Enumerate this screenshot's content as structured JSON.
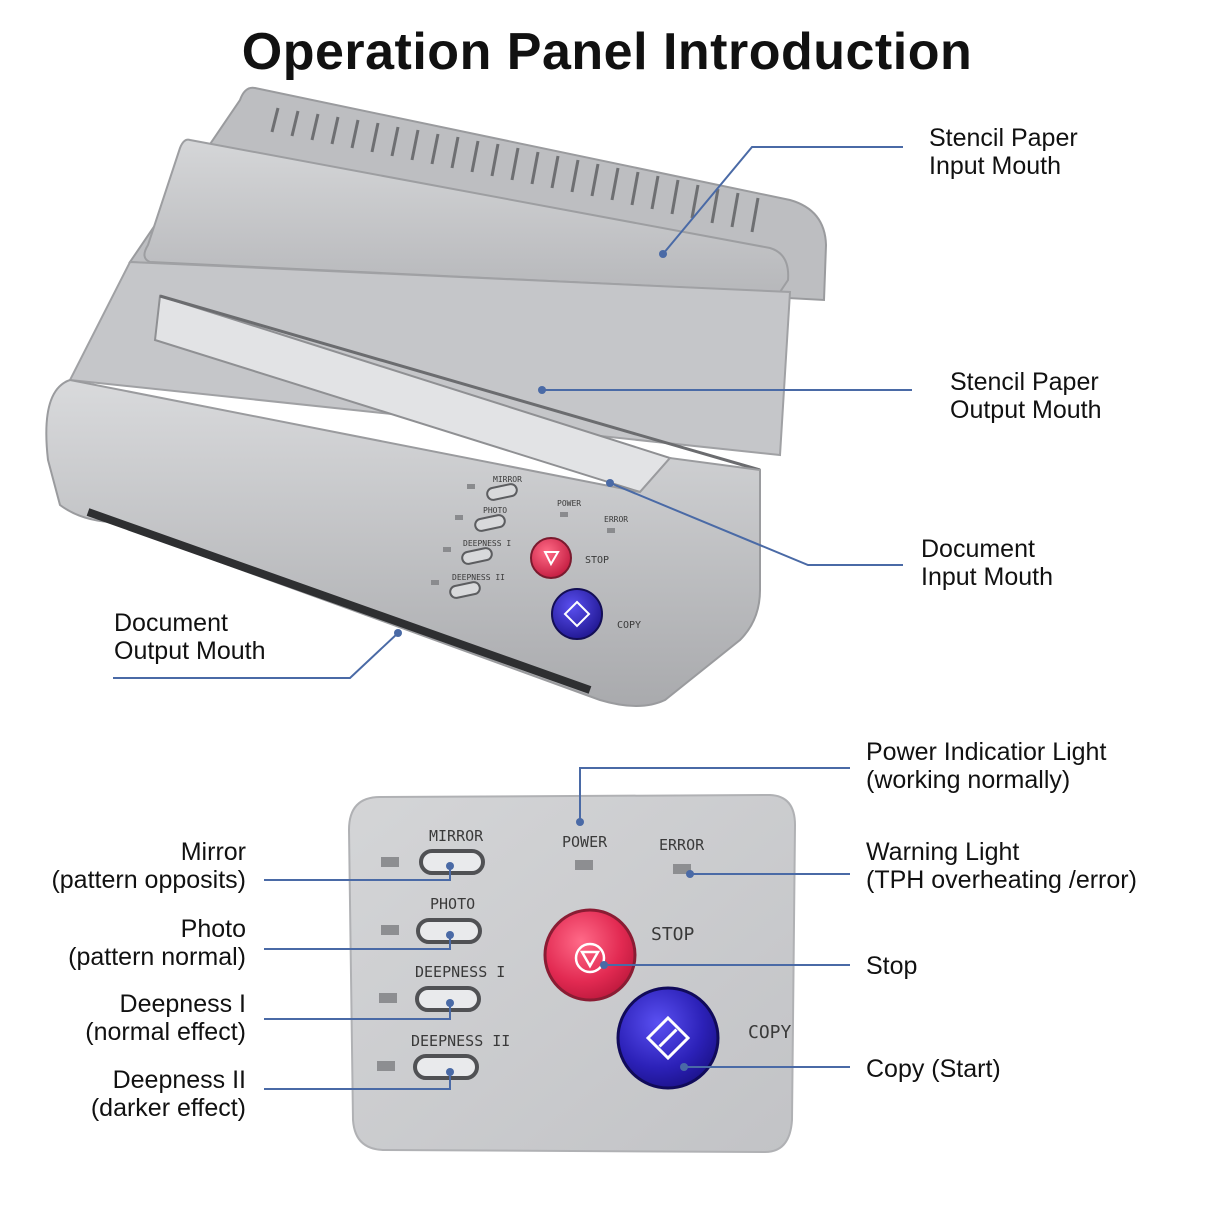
{
  "title": "Operation Panel Introduction",
  "device_callouts": {
    "stencil_input": [
      "Stencil Paper",
      "Input Mouth"
    ],
    "stencil_output": [
      "Stencil Paper",
      "Output Mouth"
    ],
    "document_input": [
      "Document",
      "Input Mouth"
    ],
    "document_output": [
      "Document",
      "Output Mouth"
    ]
  },
  "panel_callouts": {
    "power_light": [
      "Power Indicatior Light",
      "(working normally)"
    ],
    "warning_light": [
      "Warning Light",
      "(TPH overheating /error)"
    ],
    "stop": [
      "Stop"
    ],
    "copy": [
      "Copy (Start)"
    ],
    "mirror": [
      "Mirror",
      "(pattern opposits)"
    ],
    "photo": [
      "Photo",
      "(pattern normal)"
    ],
    "deepness1": [
      "Deepness I",
      "(normal effect)"
    ],
    "deepness2": [
      "Deepness II",
      "(darker effect)"
    ]
  },
  "panel_labels": {
    "mirror": "MIRROR",
    "photo": "PHOTO",
    "deepness1": "DEEPNESS I",
    "deepness2": "DEEPNESS II",
    "power": "POWER",
    "error": "ERROR",
    "stop": "STOP",
    "copy": "COPY"
  },
  "colors": {
    "leader_line": "#4a6aa6",
    "device_body": "#c8c9cb",
    "stop_button": "#d6234a",
    "copy_button": "#2a1fa8"
  }
}
